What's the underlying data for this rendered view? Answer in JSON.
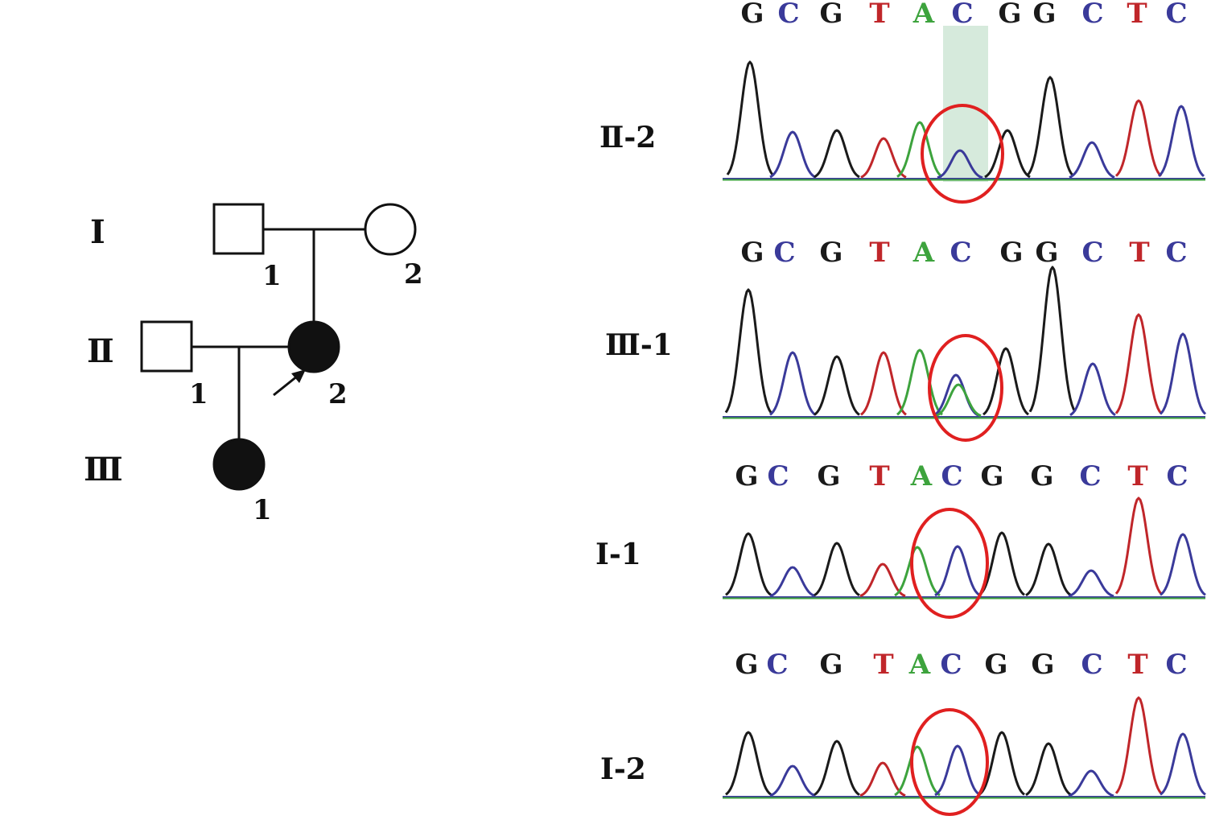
{
  "colors": {
    "G": "#1a1a1a",
    "C": "#3a3a9a",
    "T": "#c0262a",
    "A": "#3da33d",
    "circle": "#e02020",
    "highlight": "#cfe6d6"
  },
  "pedigree": {
    "generations": [
      "Ⅰ",
      "Ⅱ",
      "Ⅲ"
    ],
    "individuals": [
      {
        "id": "I-1",
        "number": "1",
        "shape": "square",
        "affected": false
      },
      {
        "id": "I-2",
        "number": "2",
        "shape": "circle",
        "affected": false
      },
      {
        "id": "II-1",
        "number": "1",
        "shape": "square",
        "affected": false
      },
      {
        "id": "II-2",
        "number": "2",
        "shape": "circle",
        "affected": true,
        "proband": true
      },
      {
        "id": "III-1",
        "number": "1",
        "shape": "circle",
        "affected": true
      }
    ]
  },
  "chromatograms": [
    {
      "label": "Ⅱ-2",
      "bases": [
        "G",
        "C",
        "G",
        "T",
        "A",
        "C",
        "G",
        "G",
        "C",
        "T",
        "C"
      ],
      "highlight": true
    },
    {
      "label": "Ⅲ-1",
      "bases": [
        "G",
        "C",
        "G",
        "T",
        "A",
        "C",
        "G",
        "G",
        "C",
        "T",
        "C"
      ],
      "highlight": false
    },
    {
      "label": "Ⅰ-1",
      "bases": [
        "G",
        "C",
        "G",
        "T",
        "A",
        "C",
        "G",
        "G",
        "C",
        "T",
        "C"
      ],
      "highlight": false
    },
    {
      "label": "Ⅰ-2",
      "bases": [
        "G",
        "C",
        "G",
        "T",
        "A",
        "C",
        "G",
        "G",
        "C",
        "T",
        "C"
      ],
      "highlight": false
    }
  ]
}
